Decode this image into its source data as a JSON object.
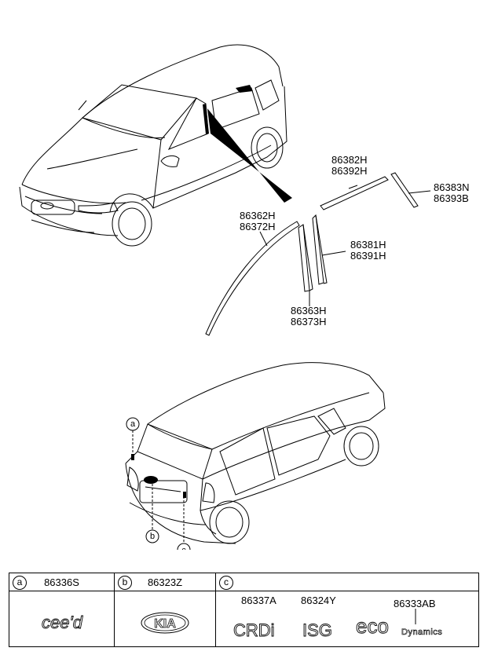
{
  "callouts": [
    {
      "part": "86382H",
      "alt": "86392H"
    },
    {
      "part": "86383N",
      "alt": "86393B"
    },
    {
      "part": "86362H",
      "alt": "86372H"
    },
    {
      "part": "86381H",
      "alt": "86391H"
    },
    {
      "part": "86363H",
      "alt": "86373H"
    }
  ],
  "markers": {
    "a": "a",
    "b": "b",
    "c": "c"
  },
  "legend": {
    "a": {
      "letter": "a",
      "part": "86336S",
      "emblem_text": "cee'd"
    },
    "b": {
      "letter": "b",
      "part": "86323Z",
      "emblem_text": "KIA"
    },
    "c": {
      "letter": "c",
      "items": [
        {
          "part": "86337A",
          "emblem_text": "CRDi"
        },
        {
          "part": "86324Y",
          "emblem_text": "ISG"
        },
        {
          "part": "86333AB",
          "emblem_text": "eco",
          "emblem_sub": "Dynamics"
        }
      ]
    }
  }
}
